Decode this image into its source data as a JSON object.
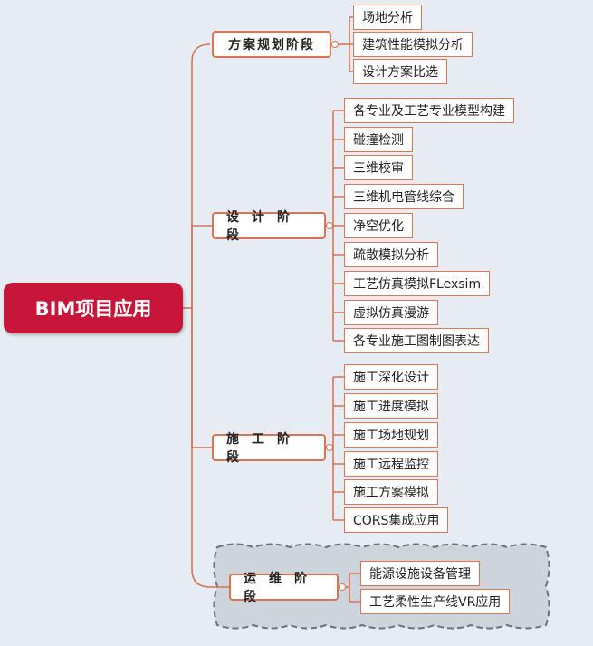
{
  "root": {
    "label": "BIM项目应用"
  },
  "stages": [
    {
      "label": "方案规划阶段",
      "items": [
        "场地分析",
        "建筑性能模拟分析",
        "设计方案比选"
      ]
    },
    {
      "label": "设计阶段",
      "items": [
        "各专业及工艺专业模型构建",
        "碰撞检测",
        "三维校审",
        "三维机电管线综合",
        "净空优化",
        "疏散模拟分析",
        "工艺仿真模拟FLexsim",
        "虚拟仿真漫游",
        "各专业施工图制图表达"
      ]
    },
    {
      "label": "施工阶段",
      "items": [
        "施工深化设计",
        "施工进度模拟",
        "施工场地规划",
        "施工远程监控",
        "施工方案模拟",
        "CORS集成应用"
      ]
    },
    {
      "label": "运维阶段",
      "items": [
        "能源设施设备管理",
        "工艺柔性生产线VR应用"
      ]
    }
  ],
  "colors": {
    "background": "#e6ecf1",
    "root_fill": "#c8163a",
    "connector": "#d67558",
    "cloud_fill": "#ced4db",
    "cloud_border": "#6f7378"
  }
}
